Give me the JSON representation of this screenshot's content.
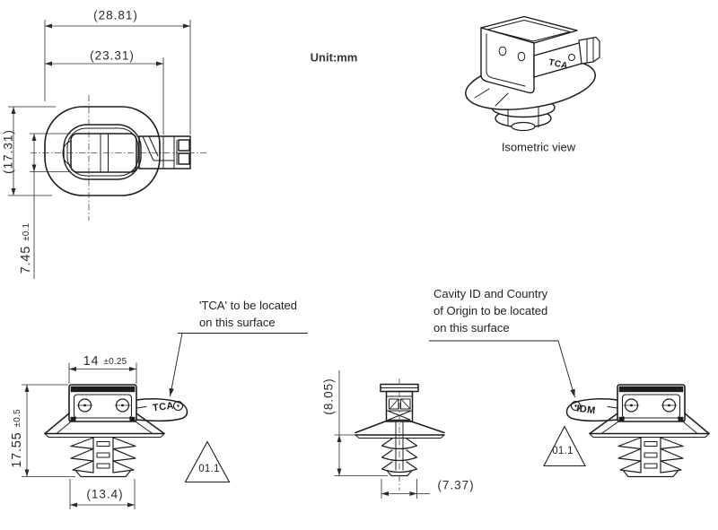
{
  "unit_note": "Unit:mm",
  "top_view": {
    "dim_overall_width": "(28.81)",
    "dim_flange_width": "(23.31)",
    "dim_overall_height": "(17.31)",
    "dim_slot_height": "7.45",
    "dim_slot_height_tol": "±0.1"
  },
  "isometric_view": {
    "caption": "Isometric view",
    "marking": "TCA"
  },
  "front_view": {
    "dim_head_width": "14",
    "dim_head_width_tol": "±0.25",
    "dim_overall_height": "17.55",
    "dim_overall_height_tol": "±0.5",
    "dim_base_width": "(13.4)",
    "marking": "TCA",
    "revision_flag": "01.1",
    "callout_line1": "'TCA' to be located",
    "callout_line2": "on this surface"
  },
  "side_view": {
    "dim_stem_height": "(8.05)",
    "dim_stem_width": "(7.37)"
  },
  "rear_view": {
    "marking": "IDM",
    "revision_flag": "01.1",
    "callout_line1": "Cavity ID and Country",
    "callout_line2": "of Origin to be located",
    "callout_line3": "on this surface"
  },
  "colors": {
    "line": "#1c1c1c",
    "dimension": "#2b2b2b",
    "background": "#ffffff"
  }
}
